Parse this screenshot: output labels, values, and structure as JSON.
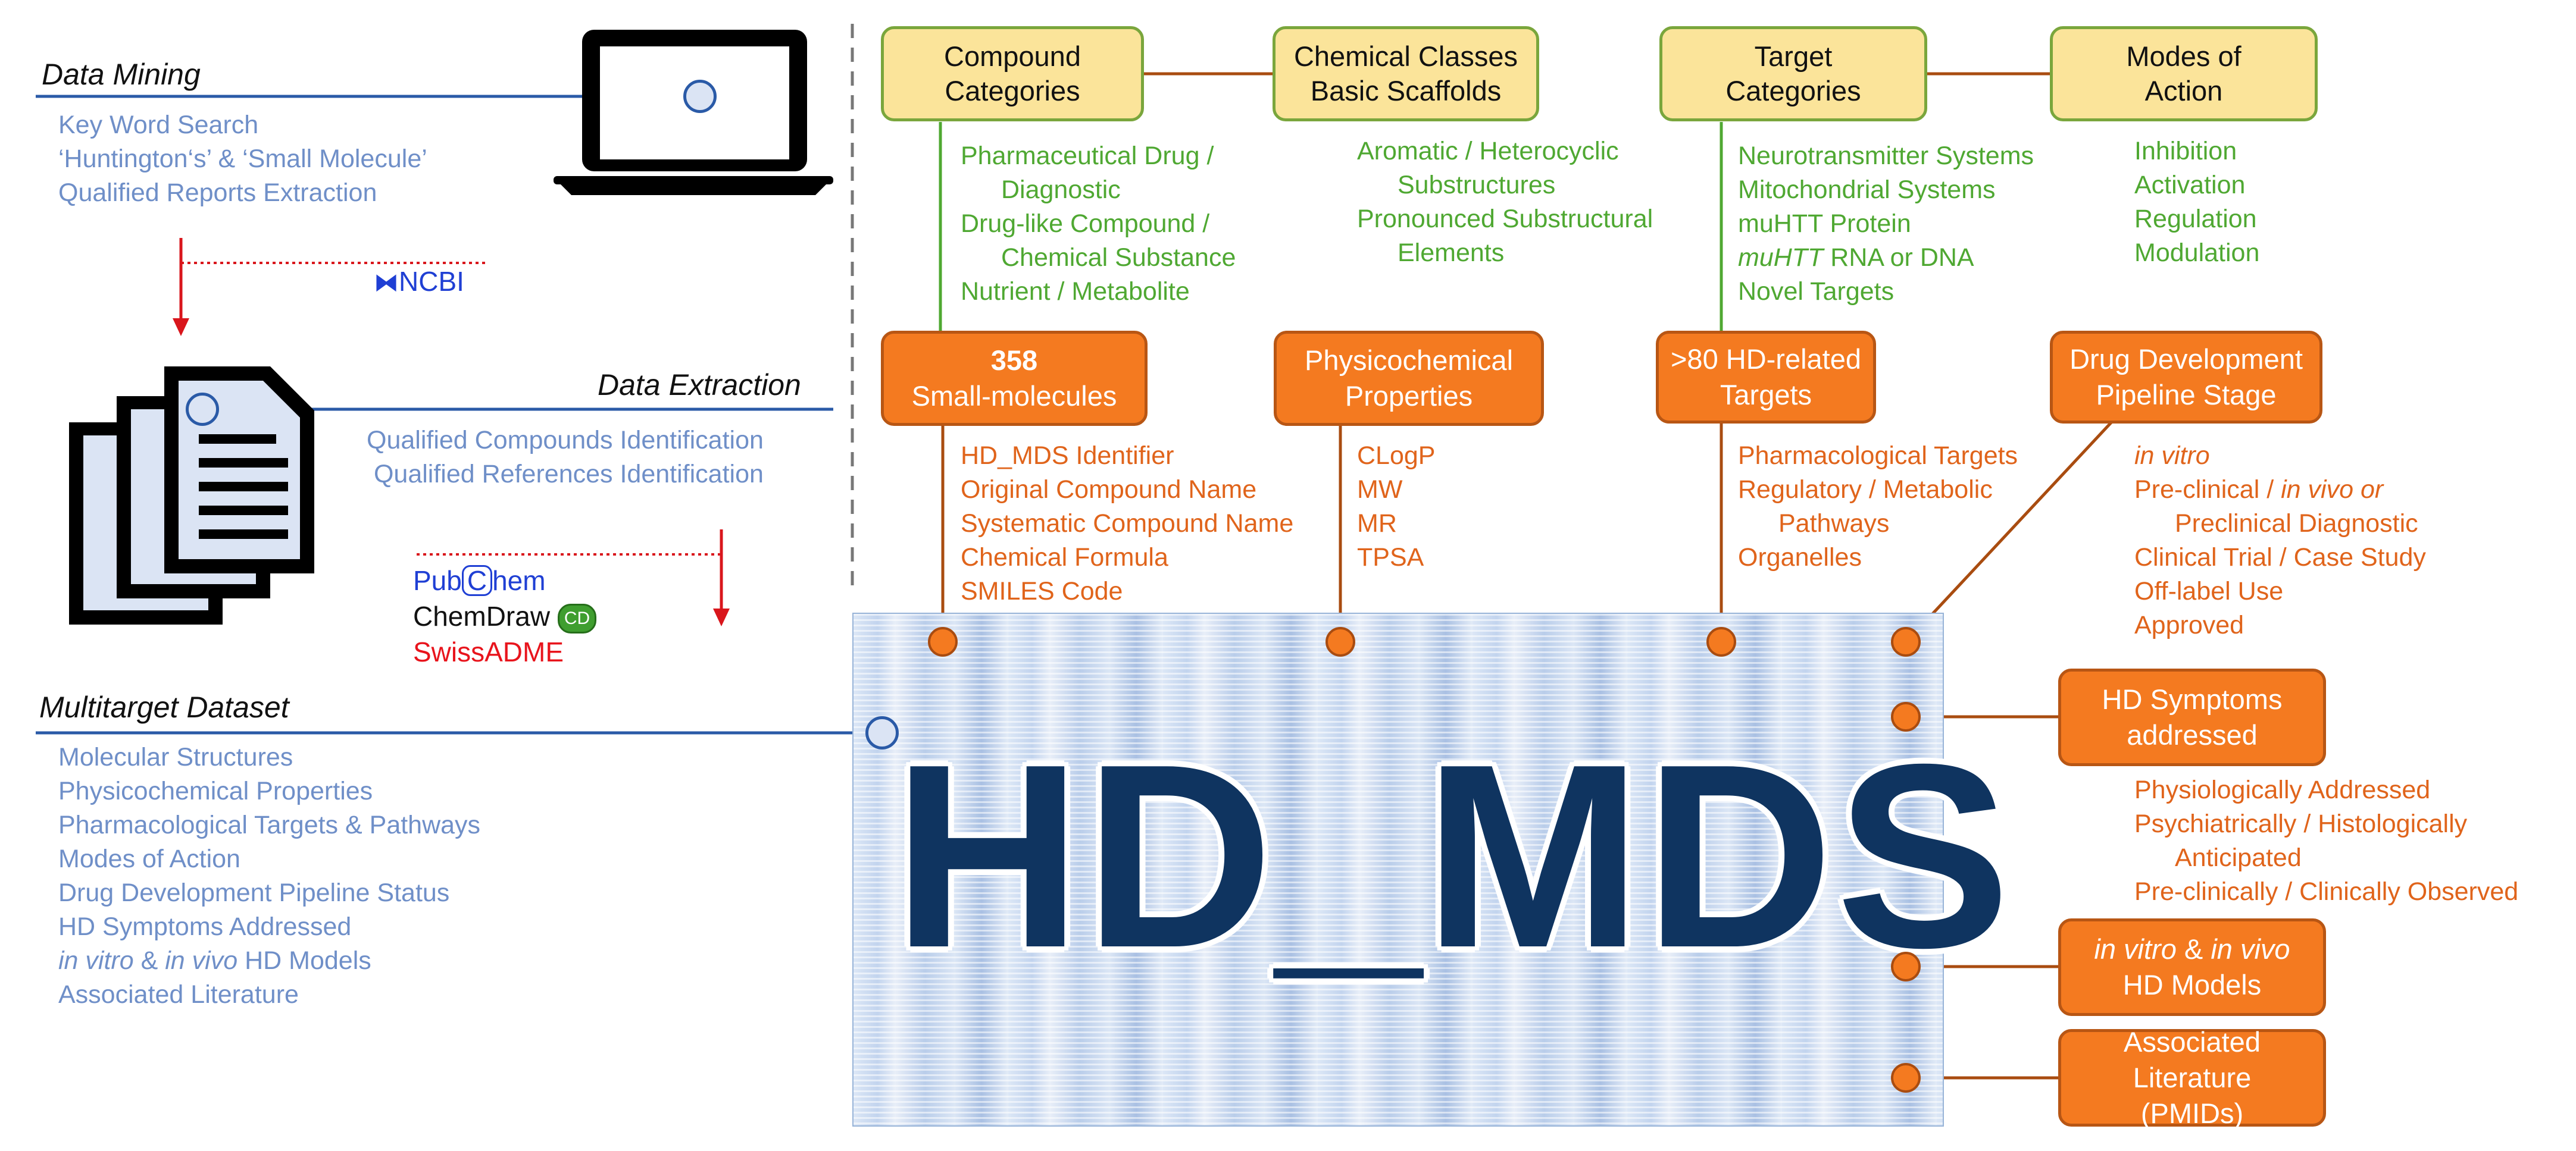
{
  "colors": {
    "blue_text": "#6f8fc8",
    "blue_line": "#2a5aa7",
    "green_text": "#4fa832",
    "green_line": "#7aa63c",
    "yellow_box": "#fbe49a",
    "orange_box": "#f47a20",
    "orange_text": "#e0641b",
    "connector_brown": "#a94c10",
    "hd_mds_navy": "#0f3460",
    "arrow_red": "#d9161c"
  },
  "workflow": {
    "data_mining": {
      "title": "Data Mining",
      "items": [
        "Key Word Search",
        "‘Huntington‘s’ & ‘Small Molecule’",
        "Qualified Reports Extraction"
      ],
      "icon": "laptop-icon"
    },
    "ncbi_label": "NCBI",
    "data_extraction": {
      "title": "Data Extraction",
      "items": [
        "Qualified Compounds Identification",
        "Qualified References Identification"
      ],
      "icon": "documents-icon"
    },
    "tools": {
      "pubchem_pre": "Pub",
      "pubchem_c": "C",
      "pubchem_post": "hem",
      "chemdraw": "ChemDraw",
      "chemdraw_badge": "CD",
      "swissadme": "SwissADME"
    },
    "multitarget": {
      "title": "Multitarget Dataset",
      "items": [
        "Molecular Structures",
        "Physicochemical Properties",
        "Pharmacological Targets & Pathways",
        "Modes of Action",
        "Drug Development Pipeline Status",
        "HD Symptoms Addressed"
      ],
      "models_italic_1": "in vitro",
      "models_amp": " & ",
      "models_italic_2": "in vivo",
      "models_rest": " HD Models",
      "last_item": "Associated Literature"
    }
  },
  "top_boxes": {
    "compound_categories": "Compound Categories",
    "chemical_classes": "Chemical Classes Basic Scaffolds",
    "target_categories": "Target Categories",
    "modes_of_action": "Modes of Action"
  },
  "green_lists": {
    "compound": {
      "line1": "Pharmaceutical Drug /",
      "line2": "Diagnostic",
      "line3": "Drug-like Compound /",
      "line4": "Chemical Substance",
      "line5": "Nutrient / Metabolite"
    },
    "scaffolds": {
      "line1": "Aromatic / Heterocyclic",
      "line2": "Substructures",
      "line3": "Pronounced Substructural",
      "line4": "Elements"
    },
    "targets": {
      "line1": "Neurotransmitter Systems",
      "line2": "Mitochondrial Systems",
      "line3": "muHTT Protein",
      "line4_italic": "muHTT",
      "line4_rest": " RNA or DNA",
      "line5": "Novel Targets"
    },
    "modes": [
      "Inhibition",
      "Activation",
      "Regulation",
      "Modulation"
    ]
  },
  "orange_boxes": {
    "small_molecules_count": "358",
    "small_molecules_label": "Small-molecules",
    "physicochemical": "Physicochemical Properties",
    "targets": ">80 HD-related Targets",
    "pipeline": "Drug Development Pipeline Stage",
    "symptoms": "HD Symptoms addressed",
    "models_italic_1": "in vitro",
    "models_amp": " & ",
    "models_italic_2": "in vivo",
    "models_rest": "HD Models",
    "literature": "Associated Literature (PMIDs)"
  },
  "orange_lists": {
    "small_molecules": [
      "HD_MDS Identifier",
      "Original Compound Name",
      "Systematic Compound Name",
      "Chemical Formula",
      "SMILES Code"
    ],
    "physicochemical": [
      "CLogP",
      "MW",
      "MR",
      "TPSA"
    ],
    "targets": {
      "line1": "Pharmacological Targets",
      "line2": "Regulatory / Metabolic",
      "line3": "Pathways",
      "line4": "Organelles"
    },
    "pipeline": {
      "line1_italic": "in vitro",
      "line2_pre": "Pre-clinical / ",
      "line2_italic": "in vivo or",
      "line3": "Preclinical Diagnostic",
      "line4": "Clinical Trial / Case Study",
      "line5": "Off-label Use",
      "line6": "Approved"
    },
    "symptoms": {
      "line1": "Physiologically Addressed",
      "line2": "Psychiatrically / Histologically",
      "line3": "Anticipated",
      "line4": "Pre-clinically / Clinically Observed"
    }
  },
  "dataset_label": "HD_MDS"
}
